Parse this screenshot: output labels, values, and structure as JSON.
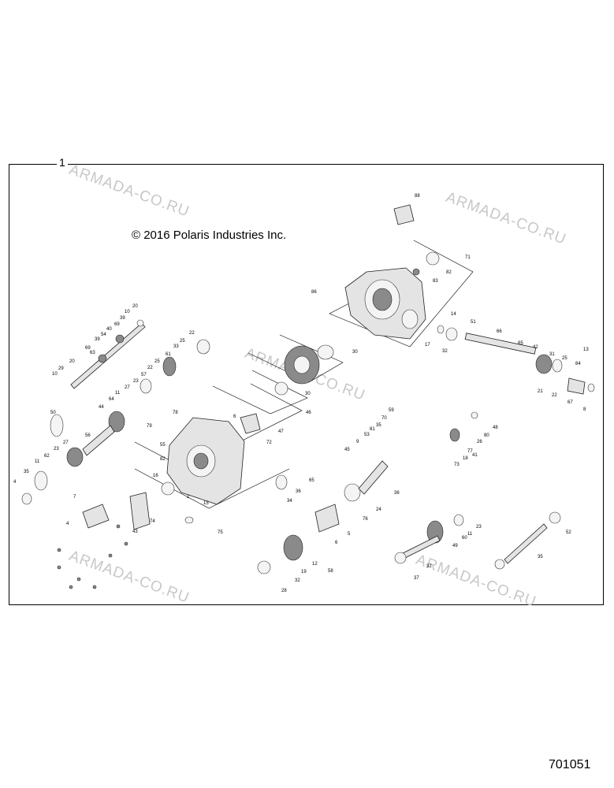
{
  "diagram": {
    "reference_number": "1",
    "copyright": "© 2016 Polaris Industries Inc.",
    "figure_number": "701051",
    "watermark": "ARMADA-CO.RU",
    "callouts": [
      "88",
      "71",
      "82",
      "83",
      "86",
      "14",
      "51",
      "66",
      "17",
      "32",
      "85",
      "42",
      "31",
      "25",
      "13",
      "84",
      "21",
      "22",
      "67",
      "8",
      "20",
      "10",
      "39",
      "69",
      "40",
      "54",
      "39",
      "69",
      "63",
      "20",
      "10",
      "29",
      "22",
      "25",
      "33",
      "61",
      "25",
      "22",
      "57",
      "23",
      "27",
      "11",
      "64",
      "44",
      "50",
      "56",
      "27",
      "23",
      "11",
      "62",
      "35",
      "4",
      "78",
      "79",
      "55",
      "82",
      "16",
      "2",
      "15",
      "6",
      "47",
      "72",
      "75",
      "7",
      "4",
      "43",
      "74",
      "30",
      "30",
      "46",
      "59",
      "70",
      "35",
      "81",
      "53",
      "9",
      "45",
      "48",
      "80",
      "26",
      "77",
      "41",
      "18",
      "73",
      "36",
      "65",
      "36",
      "34",
      "24",
      "76",
      "5",
      "6",
      "58",
      "12",
      "19",
      "32",
      "28",
      "23",
      "11",
      "60",
      "49",
      "32",
      "37",
      "52",
      "35"
    ]
  }
}
